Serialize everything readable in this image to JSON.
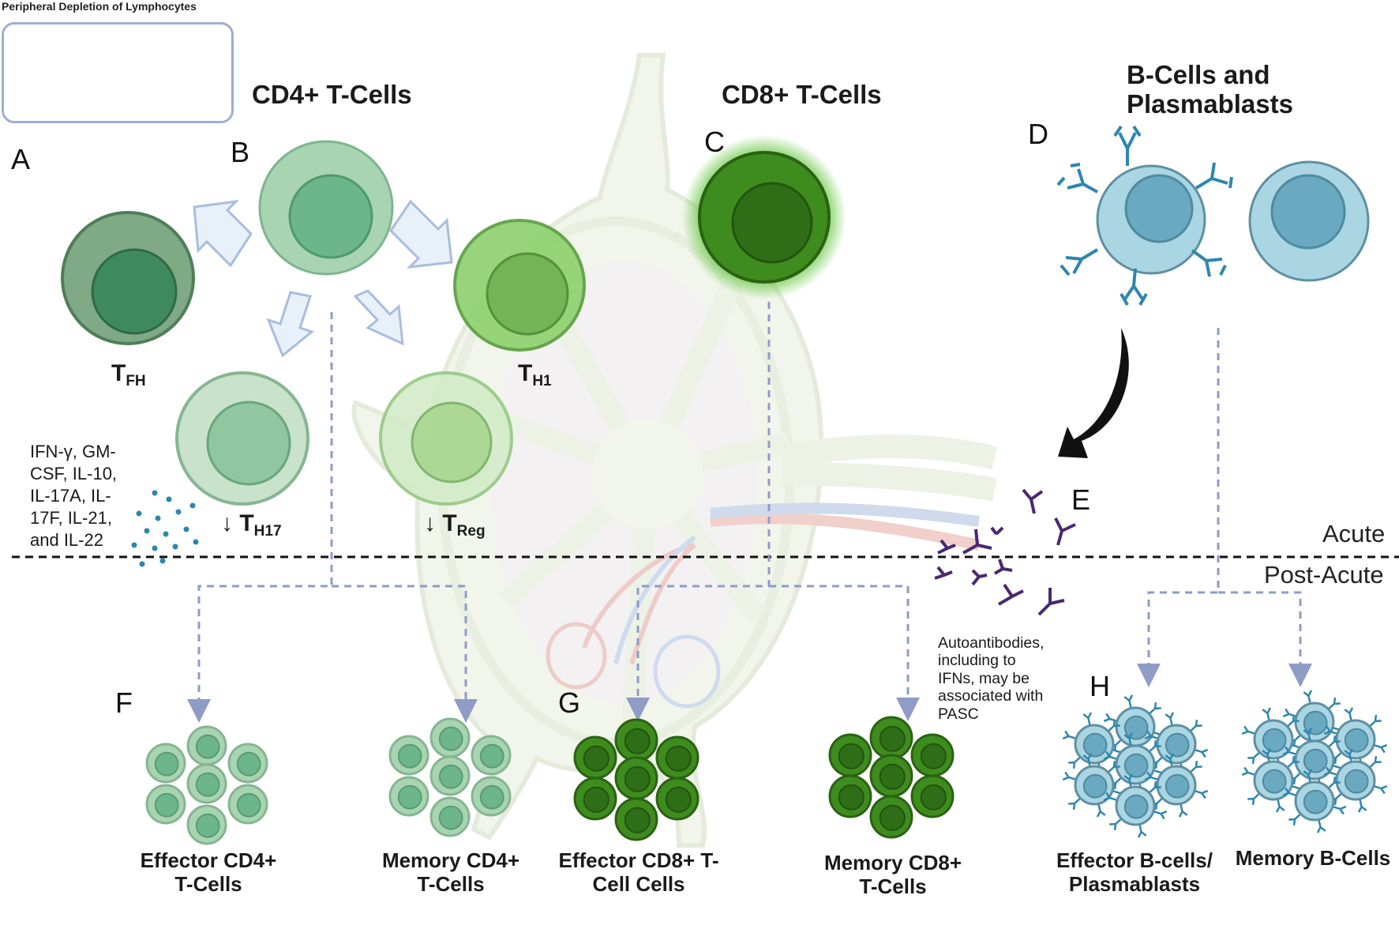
{
  "inset": {
    "title": "Peripheral Depletion of Lymphocytes"
  },
  "headers": {
    "cd4": "CD4+ T-Cells",
    "cd8": "CD8+ T-Cells",
    "bcells": "B-Cells and Plasmablasts"
  },
  "panel_letters": {
    "a": "A",
    "b": "B",
    "c": "C",
    "d": "D",
    "e": "E",
    "f": "F",
    "g": "G",
    "h": "H"
  },
  "cells": {
    "tfh": {
      "main": "T",
      "sub": "FH"
    },
    "th1": {
      "main": "T",
      "sub": "H1"
    },
    "th17": {
      "arrow": "↓",
      "main": "T",
      "sub": "H17"
    },
    "treg": {
      "arrow": "↓",
      "main": "T",
      "sub": "Reg"
    }
  },
  "cytokines": "IFN-γ, GM-CSF, IL-10, IL-17A, IL-17F, IL-21, and IL-22",
  "autoantibodies": "Autoantibodies, including to IFNs, may be associated with PASC",
  "phases": {
    "acute": "Acute",
    "post_acute": "Post-Acute"
  },
  "populations": {
    "effector_cd4": "Effector CD4+ T-Cells",
    "memory_cd4": "Memory CD4+ T-Cells",
    "effector_cd8": "Effector CD8+ T-Cell Cells",
    "memory_cd8": "Memory CD8+ T-Cells",
    "effector_b": "Effector B-cells/ Plasmablasts",
    "memory_b": "Memory B-Cells"
  },
  "colors": {
    "cd4_light": "#a8d4b2",
    "cd4_nucleus": "#6db58a",
    "tfh": "#7faa85",
    "tfh_nucleus": "#3f8a5c",
    "th1": "#8fd170",
    "cd8": "#3e8c1e",
    "cd8_nucleus": "#2e6e17",
    "bcell": "#a9d6e2",
    "bcell_nucleus": "#6aa9c0",
    "antibody": "#2e86b0",
    "autoantibody": "#4b2870",
    "arrow_fill": "#e8f0fa",
    "arrow_stroke": "#a9bde0",
    "dashed": "#8e9cc6"
  }
}
